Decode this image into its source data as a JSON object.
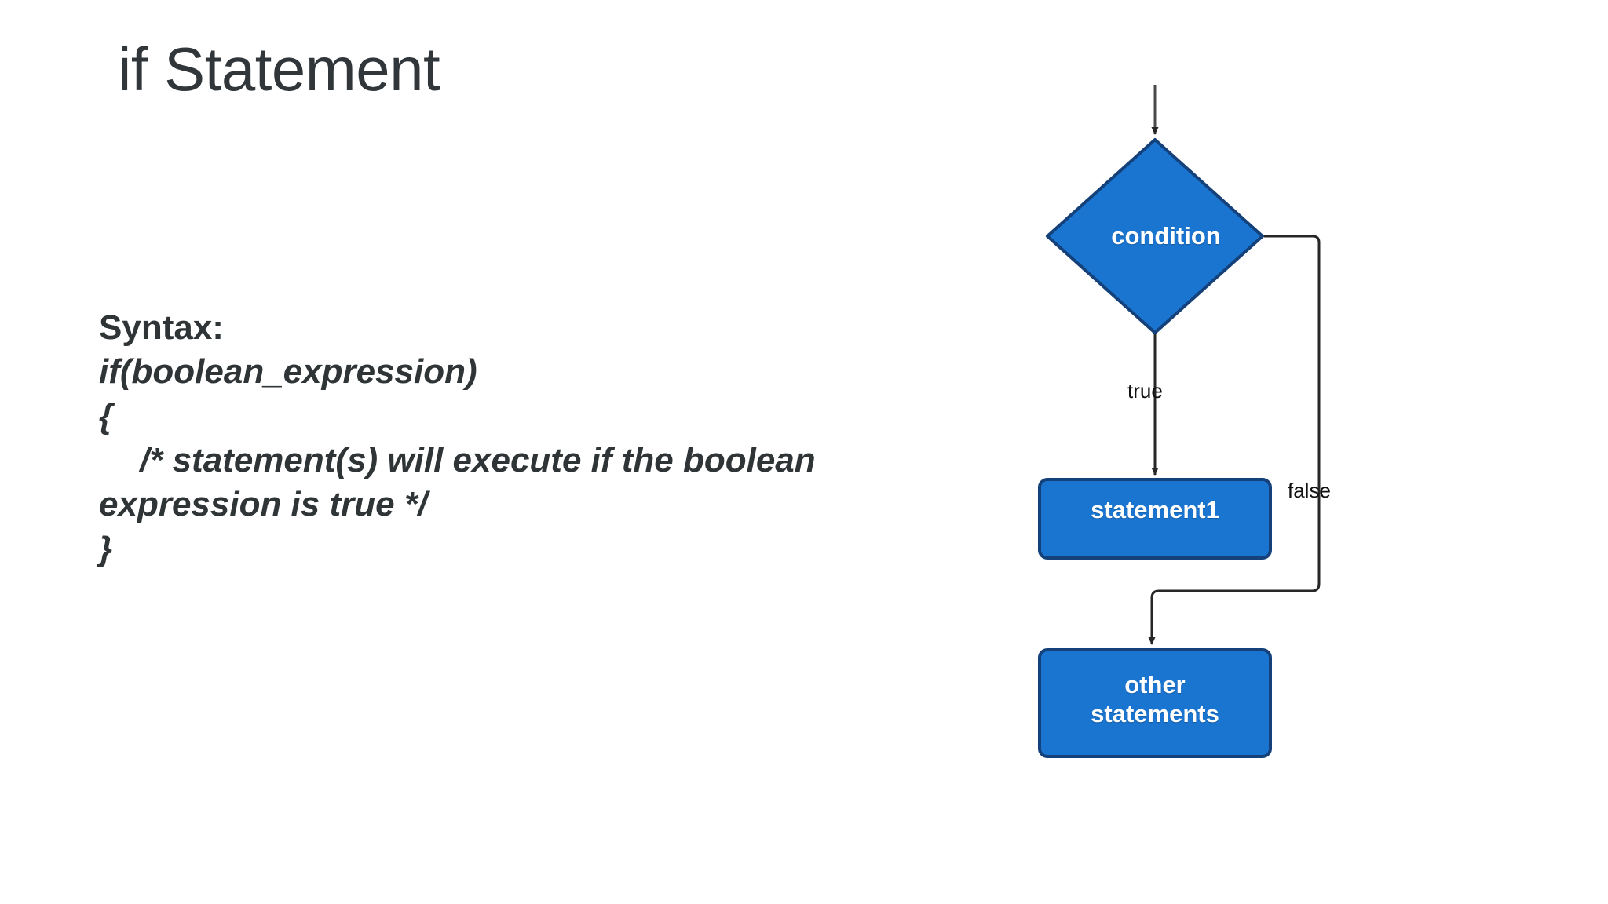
{
  "slide": {
    "title": "if Statement",
    "background_color": "#ffffff",
    "title_color": "#30363a"
  },
  "syntax": {
    "heading": "Syntax:",
    "lines": [
      "if(boolean_expression)",
      "{",
      "/* statement(s) will execute if the boolean expression is true */",
      "}"
    ],
    "text_color": "#2f3437"
  },
  "flowchart": {
    "node_fill": "#1a75d1",
    "node_stroke": "#14417a",
    "node_text_color": "#ffffff",
    "connector_color": "#262626",
    "nodes": [
      {
        "id": "condition",
        "shape": "diamond",
        "label": "condition"
      },
      {
        "id": "statement1",
        "shape": "rectangle",
        "label": "statement1"
      },
      {
        "id": "other",
        "shape": "rectangle",
        "label_line1": "other",
        "label_line2": "statements"
      }
    ],
    "edges": [
      {
        "id": "entry",
        "from": "start",
        "to": "condition",
        "label": ""
      },
      {
        "id": "true-branch",
        "from": "condition",
        "to": "statement1",
        "label": "true"
      },
      {
        "id": "false-branch",
        "from": "condition",
        "to": "other",
        "label": "false"
      },
      {
        "id": "fallthrough",
        "from": "statement1",
        "to": "other",
        "label": ""
      }
    ]
  }
}
